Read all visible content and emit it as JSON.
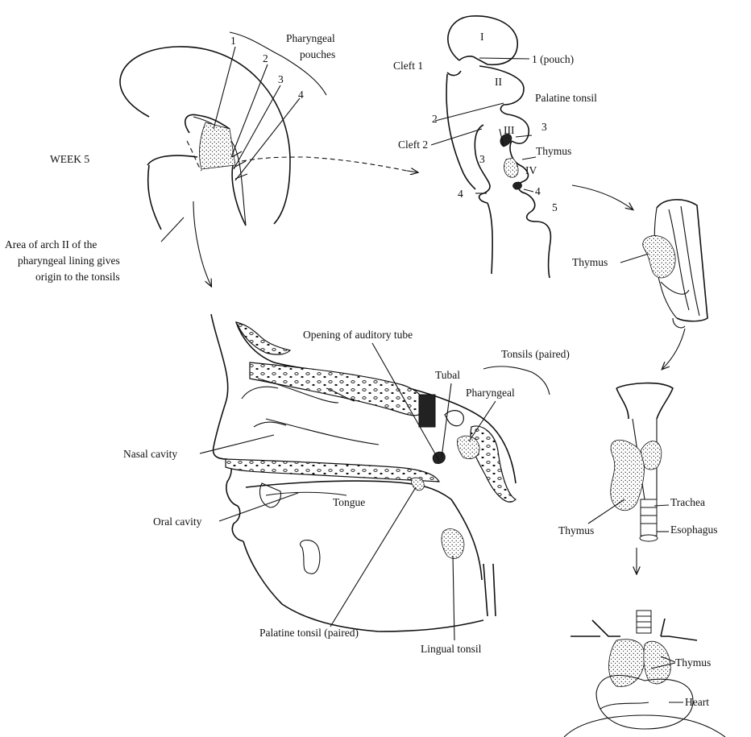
{
  "labels": {
    "week": "WEEK 5",
    "pharyngeal_pouches": [
      "Pharyngeal",
      "pouches"
    ],
    "pouch_1": "1",
    "pouch_2": "2",
    "pouch_3": "3",
    "pouch_4": "4",
    "area_arch": [
      "Area of arch II of the",
      "pharyngeal lining gives",
      "origin to the tonsils"
    ],
    "arch_I": "I",
    "arch_II": "II",
    "arch_III": "III",
    "arch_IV": "IV",
    "cleft_1": "Cleft 1",
    "one_pouch": "1 (pouch)",
    "palatine_tonsil_top": "Palatine tonsil",
    "num_2": "2",
    "cleft_2": "Cleft 2",
    "num_3_left": "3",
    "num_3_right": "3",
    "thymus_top": "Thymus",
    "num_4_left": "4",
    "num_4_right": "4",
    "num_5": "5",
    "thymus_mid": "Thymus",
    "thymus_lower": "Thymus",
    "trachea": "Trachea",
    "esophagus": "Esophagus",
    "thymus_bottom": "Thymus",
    "heart": "Heart",
    "opening_auditory": "Opening of auditory tube",
    "tonsils_paired": "Tonsils (paired)",
    "tubal": "Tubal",
    "pharyngeal": "Pharyngeal",
    "nasal_cavity": "Nasal cavity",
    "tongue": "Tongue",
    "oral_cavity": "Oral cavity",
    "palatine_tonsil_paired": "Palatine tonsil (paired)",
    "lingual_tonsil": "Lingual tonsil"
  },
  "colors": {
    "ink": "#111111",
    "paper": "#ffffff"
  }
}
